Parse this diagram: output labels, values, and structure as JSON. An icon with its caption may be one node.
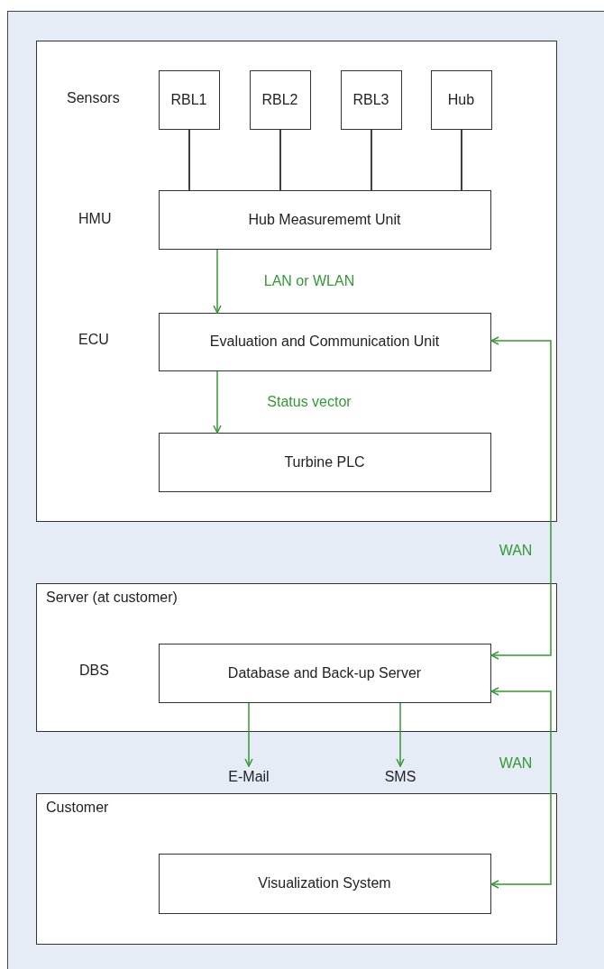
{
  "diagram": {
    "nodes": [
      {
        "text": [],
        "shape": "box"
      },
      {
        "text": [
          "RBL1"
        ],
        "in": 0
      },
      {
        "text": [
          "RBL2"
        ],
        "in": 0
      },
      {
        "text": [
          "RBL3"
        ],
        "in": 0
      },
      {
        "text": [
          "Hub"
        ],
        "in": 0
      },
      {
        "text": [
          "Hub Measurememt Unit"
        ],
        "in": 0
      },
      {
        "text": [
          "Evaluation and Communication Unit"
        ],
        "in": 0
      },
      {
        "text": [
          "Turbine PLC"
        ],
        "in": 0
      },
      {
        "text": [
          "Server (at customer)"
        ]
      },
      {
        "text": [
          "Database and Back-up Server"
        ],
        "in": 8
      },
      {
        "text": [
          "E-Mail"
        ]
      },
      {
        "text": [
          "SMS"
        ]
      },
      {
        "text": [
          "Customer"
        ]
      },
      {
        "text": [
          "Visualization System"
        ],
        "in": 12
      }
    ],
    "edges": [
      {
        "from": 1,
        "to": 5,
        "arrow": "none",
        "color": "#000000"
      },
      {
        "from": 2,
        "to": 5,
        "arrow": "none",
        "color": "#000000"
      },
      {
        "from": 3,
        "to": 5,
        "arrow": "none",
        "color": "#000000"
      },
      {
        "from": 4,
        "to": 5,
        "arrow": "none",
        "color": "#000000"
      },
      {
        "from": 5,
        "to": 6,
        "arrow": "to",
        "label": "LAN or WLAN"
      },
      {
        "from": 6,
        "to": 7,
        "arrow": "to",
        "label": "Status vector"
      },
      {
        "from": 9,
        "to": 6,
        "arrow": "both",
        "label": "WAN"
      },
      {
        "from": 9,
        "to": 13,
        "arrow": "both",
        "label": "WAN"
      },
      {
        "from": 9,
        "to": 10,
        "arrow": "to"
      },
      {
        "from": 9,
        "to": 11,
        "arrow": "to"
      }
    ],
    "labels": [
      "Sensors",
      "HMU",
      "ECU",
      "DBS"
    ]
  }
}
